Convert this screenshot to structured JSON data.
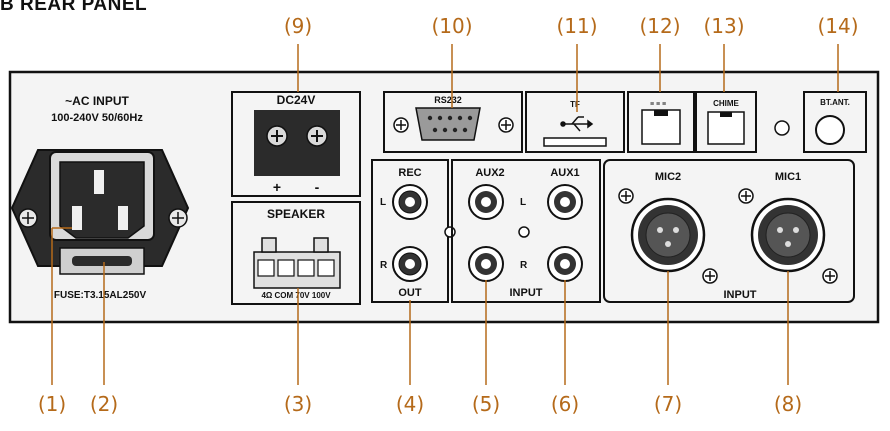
{
  "heading": "B  REAR PANEL",
  "ac_input": {
    "line1": "~AC INPUT",
    "line2": "100-240V  50/60Hz",
    "fuse": "FUSE:T3.15AL250V"
  },
  "dc24v": {
    "label": "DC24V",
    "plus": "+",
    "minus": "-"
  },
  "speaker": {
    "label": "SPEAKER",
    "terminals": "4Ω COM 70V 100V"
  },
  "rs232": {
    "label": "RS232"
  },
  "tf": {
    "label": "TF"
  },
  "chime": {
    "label": "CHIME"
  },
  "btant": {
    "label": "BT.ANT."
  },
  "rec": {
    "label": "REC",
    "l": "L",
    "r": "R",
    "out": "OUT"
  },
  "aux": {
    "aux2": "AUX2",
    "aux1": "AUX1",
    "l": "L",
    "r": "R",
    "input": "INPUT"
  },
  "mic": {
    "mic2": "MIC2",
    "mic1": "MIC1",
    "input": "INPUT"
  },
  "top_callouts": [
    "(9)",
    "(10)",
    "(11)",
    "(12)",
    "(13)",
    "(14)"
  ],
  "bottom_callouts": [
    "(1)",
    "(2)",
    "(3)",
    "(4)",
    "(5)",
    "(6)",
    "(7)",
    "(8)"
  ],
  "colors": {
    "callout": "#b56a1a",
    "panel": "#f4f4f4",
    "line": "#111111"
  }
}
